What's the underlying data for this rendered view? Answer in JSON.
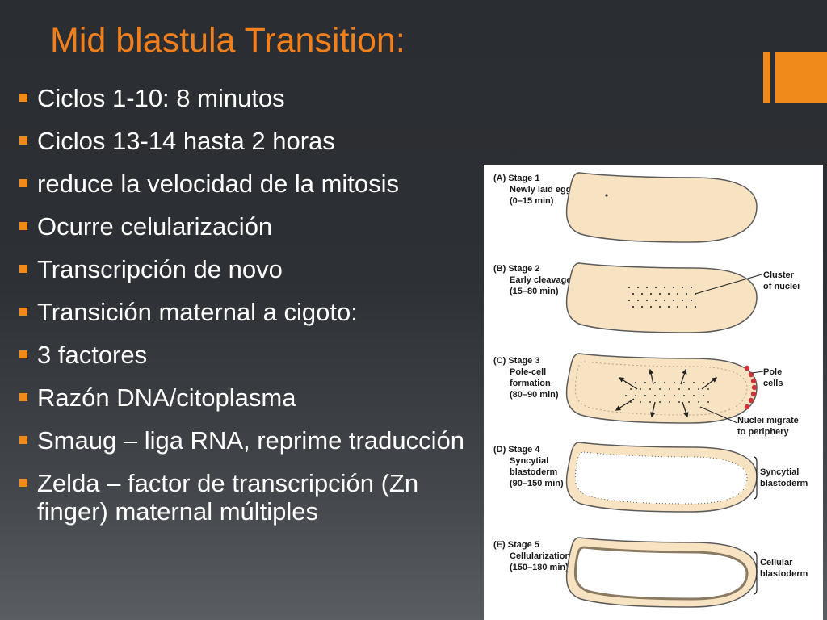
{
  "slide": {
    "title": "Mid blastula Transition:",
    "bullets": [
      "Ciclos 1-10: 8 minutos",
      "Ciclos 13-14 hasta 2 horas",
      " reduce la velocidad de la mitosis",
      "Ocurre celularización",
      "Transcripción de novo",
      "Transición maternal a cigoto:",
      "3 factores",
      "Razón DNA/citoplasma",
      "Smaug – liga RNA, reprime traducción",
      "Zelda – factor de transcripción (Zn finger) maternal múltiples"
    ]
  },
  "figure": {
    "stages": [
      {
        "letter": "(A)",
        "name": "Stage 1",
        "desc": "Newly laid egg",
        "time": "(0–15 min)"
      },
      {
        "letter": "(B)",
        "name": "Stage 2",
        "desc": "Early cleavage",
        "time": "(15–80 min)"
      },
      {
        "letter": "(C)",
        "name": "Stage 3",
        "desc": "Pole-cell",
        "desc2": "formation",
        "time": "(80–90 min)"
      },
      {
        "letter": "(D)",
        "name": "Stage 4",
        "desc": "Syncytial",
        "desc2": "blastoderm",
        "time": "(90–150 min)"
      },
      {
        "letter": "(E)",
        "name": "Stage 5",
        "desc": "Cellularization",
        "time": "(150–180 min)"
      }
    ],
    "callouts": {
      "cluster": [
        "Cluster",
        "of nuclei"
      ],
      "pole": [
        "Pole",
        "cells"
      ],
      "migrate": [
        "Nuclei migrate",
        "to periphery"
      ],
      "syncytial": [
        "Syncytial",
        "blastoderm"
      ],
      "cellular": [
        "Cellular",
        "blastoderm"
      ]
    },
    "colors": {
      "egg_fill": "#f7e3c2",
      "egg_stroke": "#5b5b5b",
      "nuclei": "#3a3a3a",
      "pole_cells": "#c9353a"
    }
  }
}
